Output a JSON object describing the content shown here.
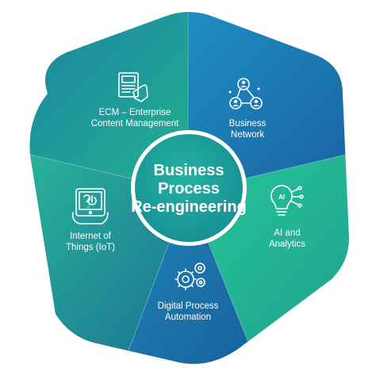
{
  "center": {
    "lines": [
      "Business",
      "Process",
      "Re-engineering"
    ]
  },
  "segments": [
    {
      "id": "ecm",
      "icon": "document-hand-icon",
      "lines": [
        "ECM – Enterprise",
        "Content Management"
      ],
      "color": "#1a8f96"
    },
    {
      "id": "business-network",
      "icon": "network-people-icon",
      "lines": [
        "Business",
        "Network"
      ],
      "color": "#1c74b3"
    },
    {
      "id": "ai-analytics",
      "icon": "ai-bulb-icon",
      "lines": [
        "AI and",
        "Analytics"
      ],
      "color": "#2bbf95"
    },
    {
      "id": "digital-process-automation",
      "icon": "gears-icon",
      "lines": [
        "Digital Process",
        "Automation"
      ],
      "color": "#1a73a8"
    },
    {
      "id": "iot",
      "icon": "tablet-iot-icon",
      "lines": [
        "Internet of",
        "Things (IoT)"
      ],
      "color": "#2aa78c"
    }
  ]
}
